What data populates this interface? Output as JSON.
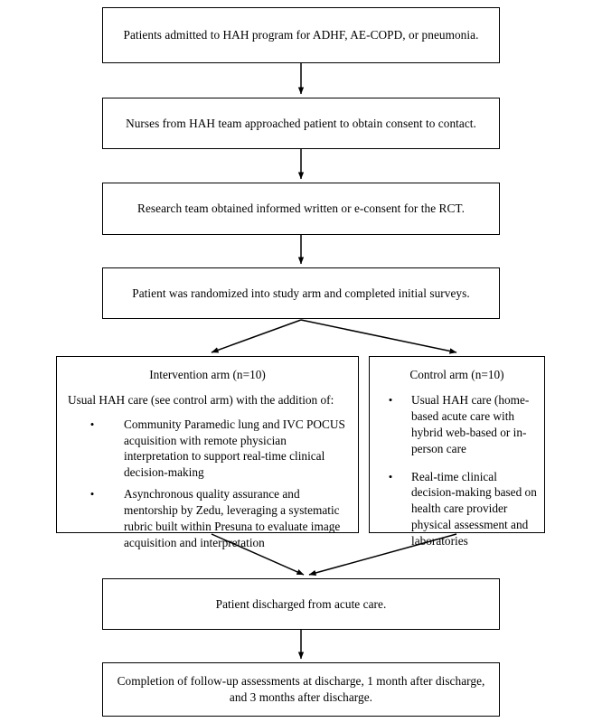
{
  "diagram": {
    "title": "Study flow diagram",
    "type": "flowchart",
    "colors": {
      "border": "#000000",
      "background": "#ffffff",
      "text": "#000000",
      "arrow": "#000000"
    },
    "nodes": {
      "admit": "Patients admitted to HAH program for ADHF, AE-COPD, or pneumonia.",
      "nurses": "Nurses from HAH team approached patient to obtain consent to contact.",
      "consent": "Research team obtained informed written or e-consent for the RCT.",
      "randomize": "Patient was randomized into study arm and completed initial surveys.",
      "discharge": "Patient discharged from acute care.",
      "followup": "Completion of follow-up assessments at discharge, 1 month after discharge, and 3 months after discharge."
    },
    "arms": {
      "intervention": {
        "title": "Intervention arm (n=10)",
        "lead": "Usual HAH care (see control arm) with the addition of:",
        "bullet_glyph": "•",
        "bullets": [
          "Community Paramedic lung and IVC POCUS acquisition with remote physician interpretation to support real-time clinical decision-making",
          "Asynchronous quality assurance and mentorship by Zedu, leveraging a systematic rubric built within Presuna to evaluate image acquisition and interpretation"
        ]
      },
      "control": {
        "title": "Control arm (n=10)",
        "bullet_glyph": "•",
        "bullets": [
          "Usual HAH care (home-based acute care with hybrid web-based  or in-person care",
          "Real-time clinical decision-making based on health care provider physical assessment and laboratories"
        ]
      }
    },
    "connectors": [
      {
        "name": "admit-to-nurses",
        "kind": "straight-down-arrow"
      },
      {
        "name": "nurses-to-consent",
        "kind": "straight-down-arrow"
      },
      {
        "name": "consent-to-randomize",
        "kind": "straight-down-arrow"
      },
      {
        "name": "randomize-to-intervention",
        "kind": "diagonal-split-arrow"
      },
      {
        "name": "randomize-to-control",
        "kind": "diagonal-split-arrow"
      },
      {
        "name": "intervention-to-discharge",
        "kind": "diagonal-merge-arrow"
      },
      {
        "name": "control-to-discharge",
        "kind": "diagonal-merge-arrow"
      },
      {
        "name": "discharge-to-followup",
        "kind": "straight-down-arrow"
      }
    ]
  }
}
